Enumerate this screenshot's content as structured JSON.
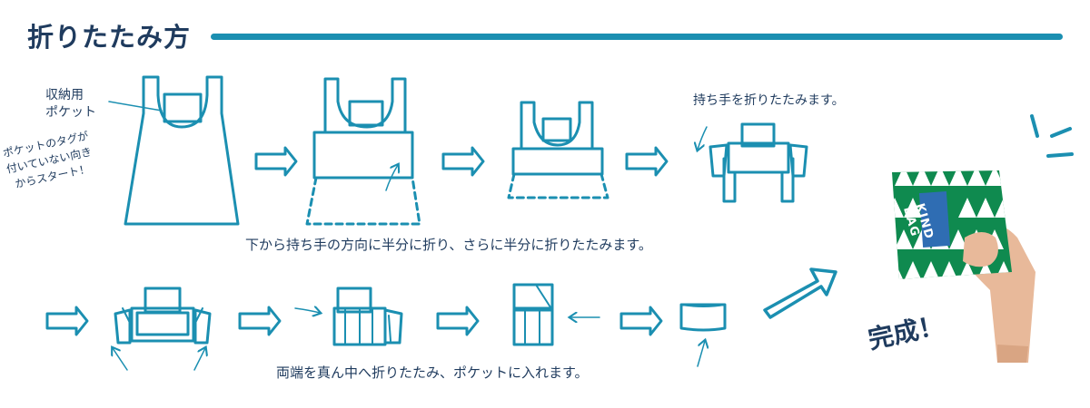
{
  "title": "折りたたみ方",
  "labels": {
    "pocket_line1": "収納用",
    "pocket_line2": "ポケット",
    "start_line1": "ポケットのタグが",
    "start_line2": "付いていない向き",
    "start_line3": "からスタート！",
    "handles": "持ち手を折りたたみます。",
    "caption_row1": "下から持ち手の方向に半分に折り、さらに半分に折りたたみます。",
    "caption_row2": "両端を真ん中へ折りたたみ、ポケットに入れます。",
    "complete": "完成！",
    "bag_brand_line1": "KIND",
    "bag_brand_line2": "BAG"
  },
  "colors": {
    "line": "#1b8fb1",
    "text": "#1f3b5e",
    "bag_green": "#0f8a4f",
    "bag_white": "#ffffff",
    "skin": "#e8b99a"
  },
  "steps": [
    {
      "id": 1,
      "drawing": "bag-unfolded-front"
    },
    {
      "id": 2,
      "drawing": "bottom-folded-up-half"
    },
    {
      "id": 3,
      "drawing": "folded-half-again"
    },
    {
      "id": 4,
      "drawing": "handles-folded-down"
    },
    {
      "id": 5,
      "drawing": "sides-ready-to-fold-in"
    },
    {
      "id": 6,
      "drawing": "right-side-folded-in"
    },
    {
      "id": 7,
      "drawing": "left-side-folded-in"
    },
    {
      "id": 8,
      "drawing": "tucked-into-pocket"
    },
    {
      "id": 9,
      "drawing": "finished-folded-bag-photo"
    }
  ]
}
